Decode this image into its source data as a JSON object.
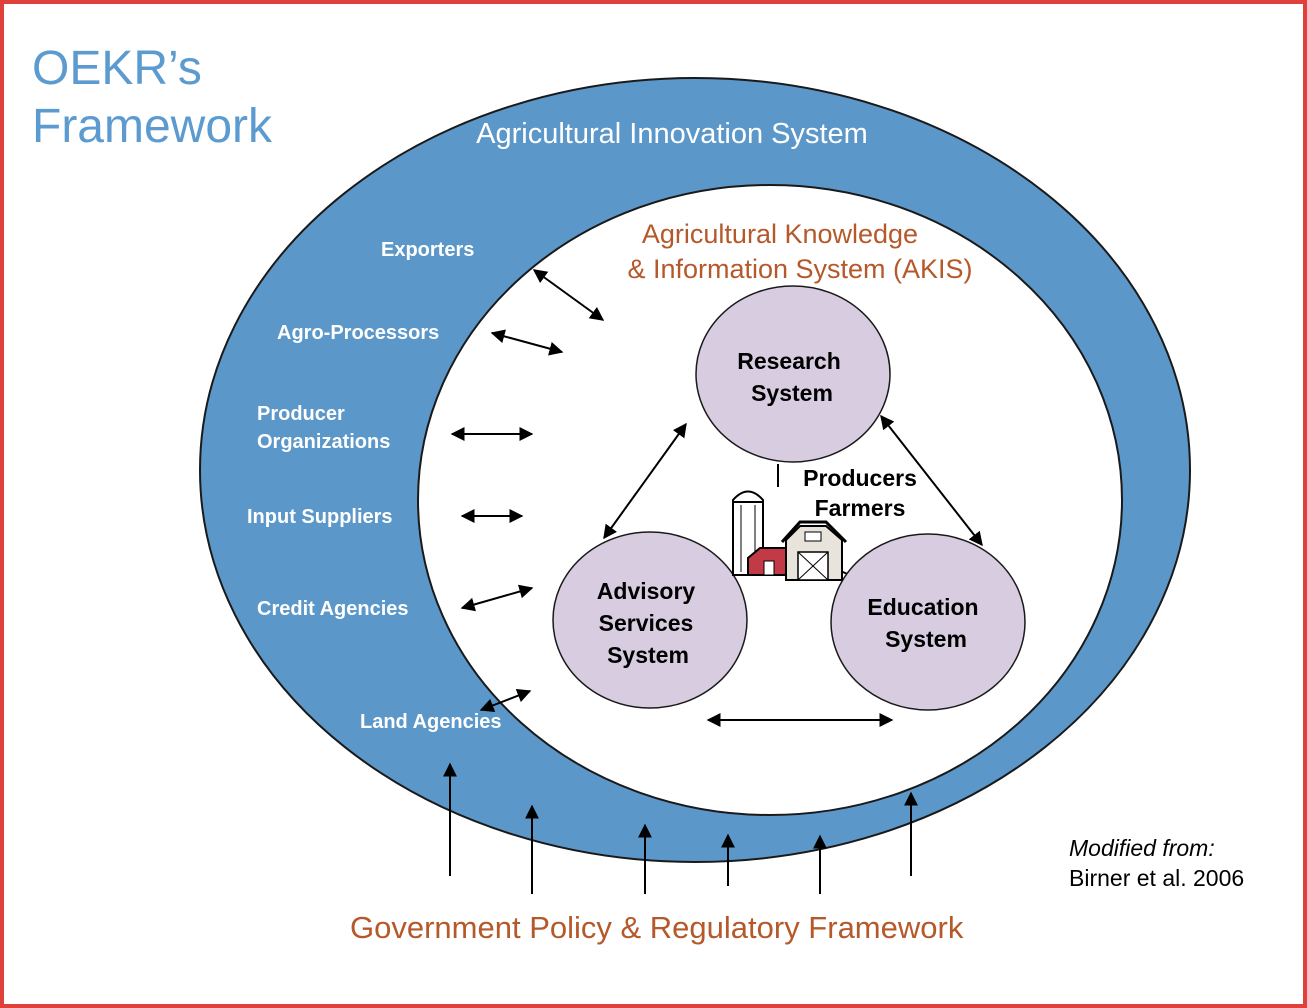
{
  "title": {
    "line1": "OEKR’s",
    "line2": "Framework"
  },
  "outer_ring": {
    "label": "Agricultural Innovation System"
  },
  "inner_circle": {
    "label_line1": "Agricultural Knowledge",
    "label_line2": "& Information System (AKIS)"
  },
  "actors": {
    "exporters": "Exporters",
    "agro_processors": "Agro-Processors",
    "producer_org_1": "Producer",
    "producer_org_2": "Organizations",
    "input_suppliers": "Input Suppliers",
    "credit_agencies": "Credit Agencies",
    "land_agencies": "Land Agencies"
  },
  "systems": {
    "research": {
      "line1": "Research",
      "line2": "System"
    },
    "advisory": {
      "line1": "Advisory",
      "line2": "Services",
      "line3": "System"
    },
    "education": {
      "line1": "Education",
      "line2": "System"
    }
  },
  "center": {
    "line1": "Producers",
    "line2": "Farmers",
    "icon": "farm-icon"
  },
  "policy": {
    "label": "Government Policy & Regulatory Framework"
  },
  "citation": {
    "line1": "Modified from:",
    "line2": "Birner et al. 2006"
  },
  "colors": {
    "frame": "#e0403c",
    "ring": "#5b97c9",
    "title": "#5b9bd0",
    "akis_label": "#b5582a",
    "system_fill": "#d8cde0"
  }
}
